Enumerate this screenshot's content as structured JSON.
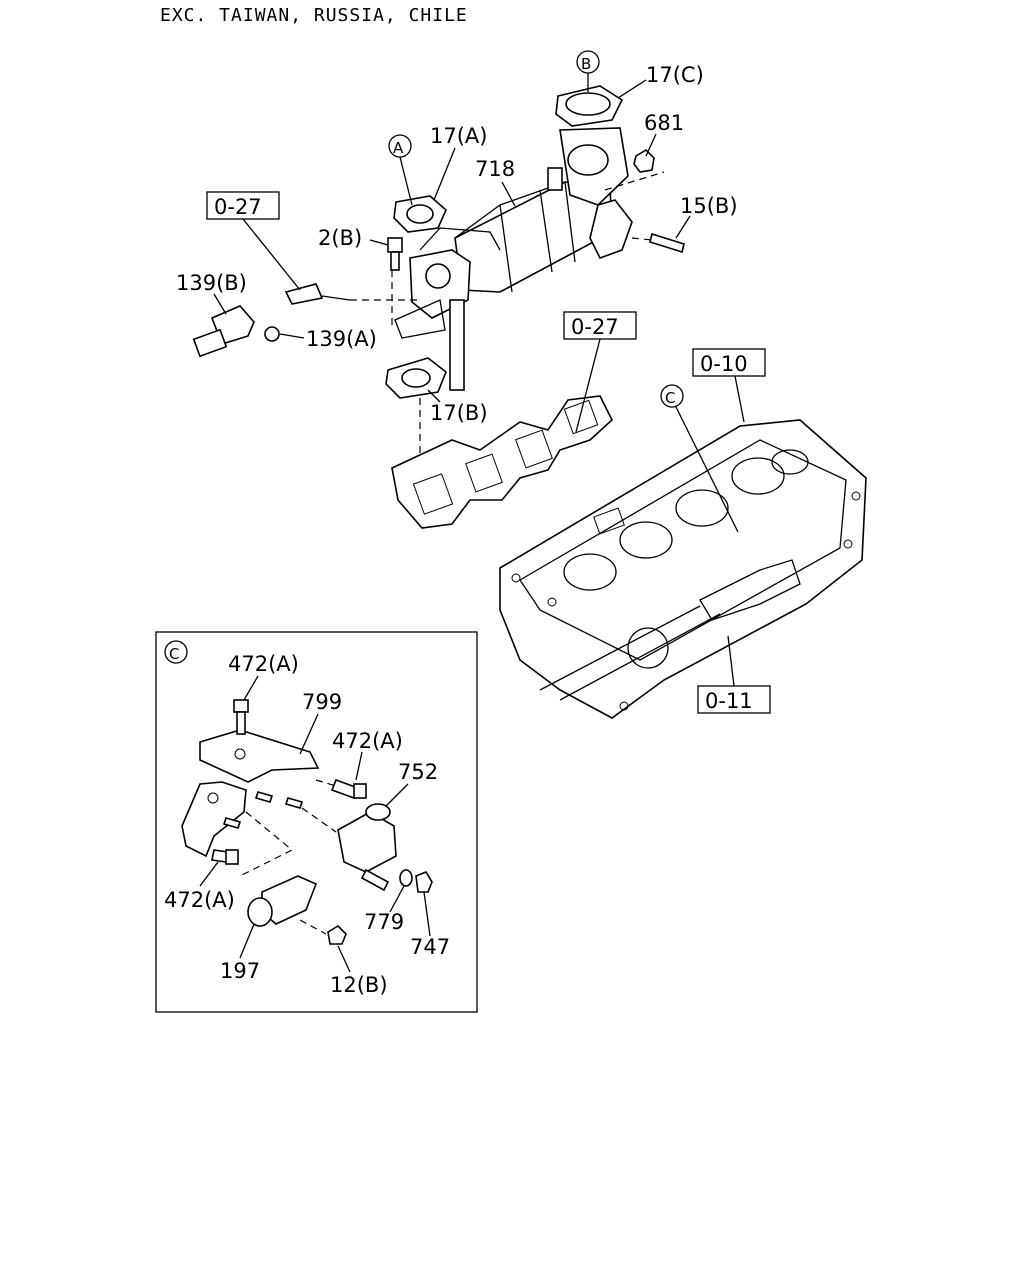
{
  "header": {
    "region_note": "EXC. TAIWAN, RUSSIA, CHILE"
  },
  "refs": {
    "r1": "0-27",
    "r2": "0-27",
    "r3": "0-10",
    "r4": "0-11"
  },
  "markers": {
    "a": "A",
    "b": "B",
    "c": "C",
    "detail_c": "C"
  },
  "parts": {
    "p17c": "17(C)",
    "p681": "681",
    "p17a": "17(A)",
    "p718": "718",
    "p15b": "15(B)",
    "p2b": "2(B)",
    "p139b": "139(B)",
    "p139a": "139(A)",
    "p17b": "17(B)"
  },
  "detail": {
    "d472a_1": "472(A)",
    "d799": "799",
    "d472a_2": "472(A)",
    "d752": "752",
    "d472a_3": "472(A)",
    "d779": "779",
    "d747": "747",
    "d197": "197",
    "d12b": "12(B)"
  }
}
